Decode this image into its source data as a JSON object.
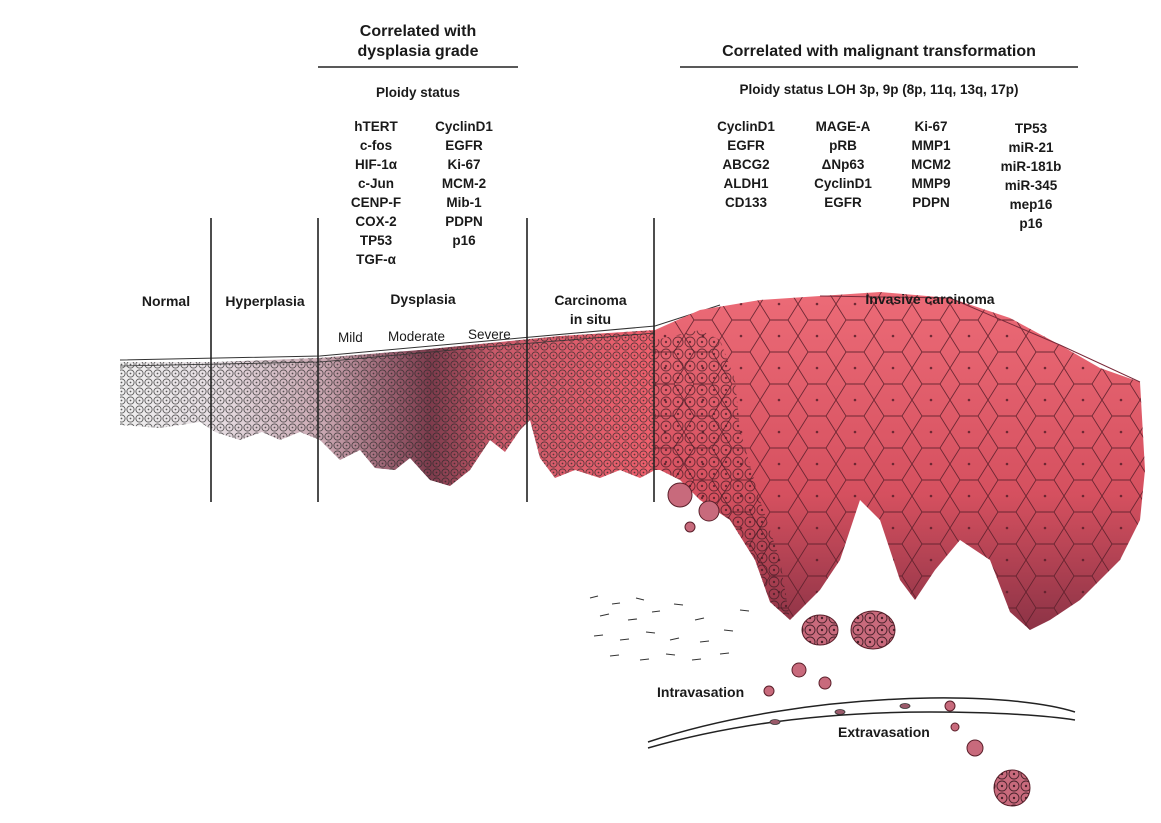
{
  "headers": {
    "dysplasia_grade": [
      "Correlated with",
      "dysplasia grade"
    ],
    "malignant_transformation": "Correlated with malignant transformation"
  },
  "subheaders": {
    "dysplasia_ploidy": "Ploidy status",
    "malignant_ploidy": "Ploidy status LOH 3p, 9p (8p, 11q, 13q, 17p)"
  },
  "dysplasia_markers": {
    "col1": [
      "hTERT",
      "c-fos",
      "HIF-1α",
      "c-Jun",
      "CENP-F",
      "COX-2",
      "TP53",
      "TGF-α"
    ],
    "col2": [
      "CyclinD1",
      "EGFR",
      "Ki-67",
      "MCM-2",
      "Mib-1",
      "PDPN",
      "p16"
    ]
  },
  "malignant_markers": {
    "col1": [
      "CyclinD1",
      "EGFR",
      "ABCG2",
      "ALDH1",
      "CD133"
    ],
    "col2": [
      "MAGE-A",
      "pRB",
      "ΔNp63",
      "CyclinD1",
      "EGFR"
    ],
    "col3": [
      "Ki-67",
      "MMP1",
      "MCM2",
      "MMP9",
      "PDPN"
    ],
    "col4": [
      "TP53",
      "miR-21",
      "miR-181b",
      "miR-345",
      "mep16",
      "p16"
    ]
  },
  "stages": {
    "normal": "Normal",
    "hyperplasia": "Hyperplasia",
    "dysplasia": "Dysplasia",
    "carcinoma_in_situ": [
      "Carcinoma",
      "in situ"
    ],
    "invasive": "Invasive carcinoma"
  },
  "dysplasia_grades": {
    "mild": "Mild",
    "moderate": "Moderate",
    "severe": "Severe"
  },
  "events": {
    "intravasation": "Intravasation",
    "extravasation": "Extravasation"
  },
  "colors": {
    "tissue_light": "#e9e6ea",
    "tissue_mid": "#b07a86",
    "tissue_dark": "#6b2f3e",
    "invasive_red": "#ea5a68",
    "line": "#222222"
  }
}
